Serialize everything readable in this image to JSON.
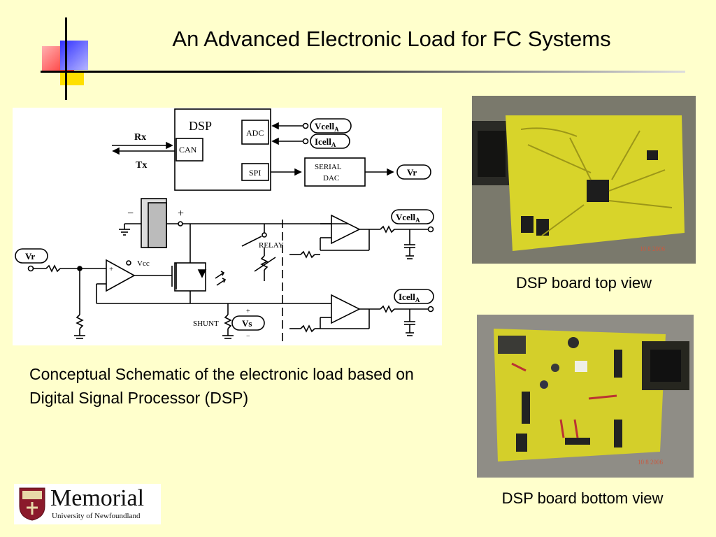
{
  "slide": {
    "title": "An Advanced Electronic Load for FC Systems",
    "schematic_caption": "Conceptual Schematic of the electronic load based on Digital Signal Processor (DSP)",
    "photo_top_caption": "DSP board top view",
    "photo_bottom_caption": "DSP board bottom view"
  },
  "schematic": {
    "dsp": "DSP",
    "adc": "ADC",
    "can": "CAN",
    "spi": "SPI",
    "rx": "Rx",
    "tx": "Tx",
    "serial": "SERIAL",
    "dac": "DAC",
    "vcell": "Vcell",
    "icell": "Icell",
    "sub_a": "A",
    "vr": "Vr",
    "vcc": "Vcc",
    "relay": "RELAY",
    "shunt": "SHUNT",
    "vs": "Vs",
    "minus": "−",
    "plus": "+"
  },
  "photos": {
    "top_stamp": "10 8 2006",
    "bottom_stamp": "10 8 2006"
  },
  "logo": {
    "name": "Memorial",
    "subtitle": "University of Newfoundland",
    "icon": "crest-icon"
  },
  "colors": {
    "background": "#FFFFCC",
    "pcb": "#D8D42A",
    "accent_red": "#FF2A2A",
    "accent_blue": "#3030FF",
    "accent_yellow": "#FFE000",
    "logo_crest": "#8B1A2B"
  }
}
